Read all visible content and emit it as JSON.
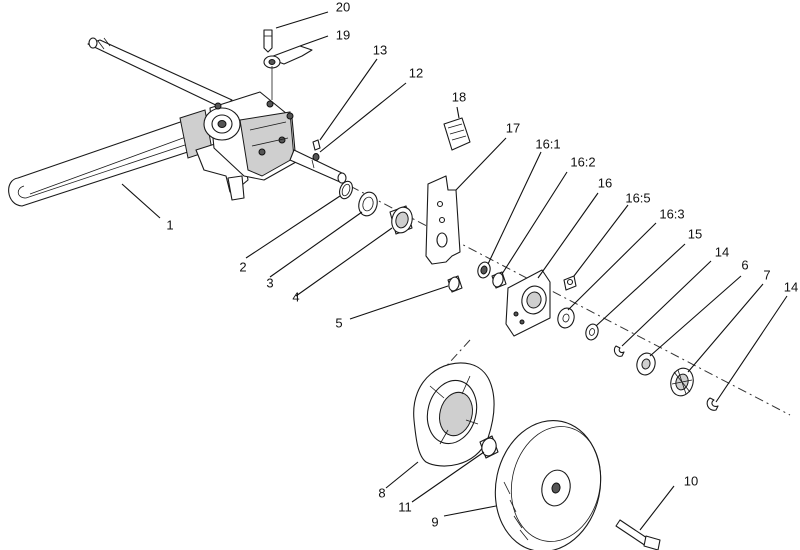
{
  "diagram": {
    "callouts": [
      {
        "id": "c20",
        "label": "20"
      },
      {
        "id": "c19",
        "label": "19"
      },
      {
        "id": "c13",
        "label": "13"
      },
      {
        "id": "c12",
        "label": "12"
      },
      {
        "id": "c18",
        "label": "18"
      },
      {
        "id": "c17",
        "label": "17"
      },
      {
        "id": "c16-1",
        "label": "16:1"
      },
      {
        "id": "c16-2",
        "label": "16:2"
      },
      {
        "id": "c16",
        "label": "16"
      },
      {
        "id": "c16-5",
        "label": "16:5"
      },
      {
        "id": "c16-3",
        "label": "16:3"
      },
      {
        "id": "c15",
        "label": "15"
      },
      {
        "id": "c14a",
        "label": "14"
      },
      {
        "id": "c6",
        "label": "6"
      },
      {
        "id": "c7",
        "label": "7"
      },
      {
        "id": "c14b",
        "label": "14"
      },
      {
        "id": "c1",
        "label": "1"
      },
      {
        "id": "c2",
        "label": "2"
      },
      {
        "id": "c3",
        "label": "3"
      },
      {
        "id": "c4",
        "label": "4"
      },
      {
        "id": "c5",
        "label": "5"
      },
      {
        "id": "c8",
        "label": "8"
      },
      {
        "id": "c11",
        "label": "11"
      },
      {
        "id": "c9",
        "label": "9"
      },
      {
        "id": "c10",
        "label": "10"
      }
    ]
  }
}
